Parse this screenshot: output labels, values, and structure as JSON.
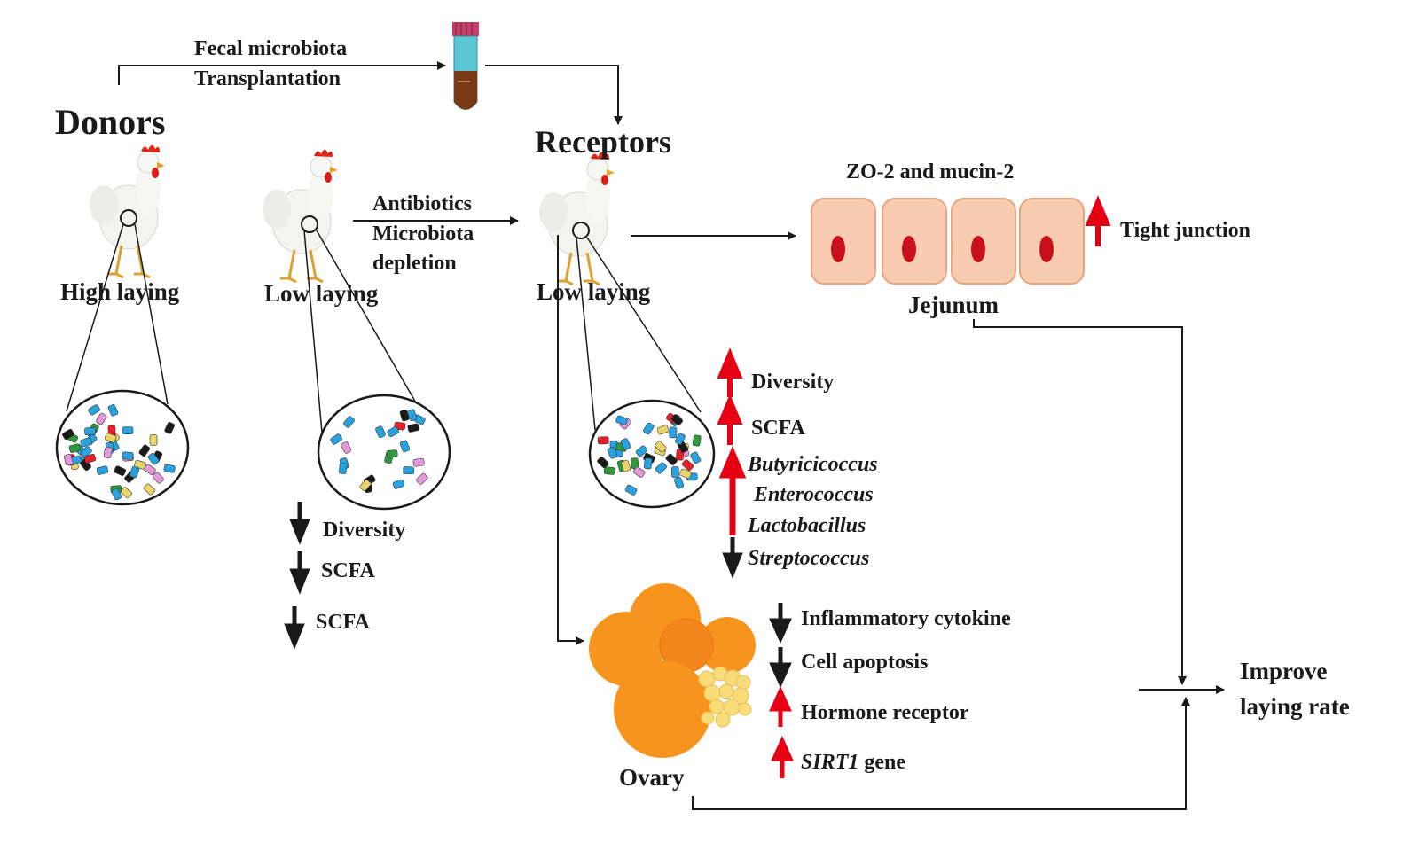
{
  "transfer": {
    "line1": "Fecal microbiota",
    "line2": "Transplantation"
  },
  "donors": {
    "title": "Donors",
    "high_label": "High laying",
    "low_label": "Low laying",
    "low_effects": [
      "Diversity",
      "SCFA",
      "SCFA"
    ]
  },
  "antibiotics": {
    "line1": "Antibiotics",
    "line2": "Microbiota",
    "line3": "depletion"
  },
  "receptors": {
    "title": "Receptors",
    "label": "Low laying",
    "effects": [
      "Diversity",
      "SCFA"
    ],
    "bacteria": [
      "Butyricicoccus",
      "Enterococcus",
      "Lactobacillus",
      "Streptococcus"
    ]
  },
  "jejunum": {
    "proteins": "ZO-2 and mucin-2",
    "tight_junction": "Tight junction",
    "label": "Jejunum"
  },
  "ovary": {
    "label": "Ovary",
    "effects": [
      "Inflammatory cytokine",
      "Cell apoptosis",
      "Hormone receptor"
    ],
    "gene_name": "SIRT1",
    "gene_suffix": " gene"
  },
  "outcome": {
    "line1": "Improve",
    "line2": "laying rate"
  },
  "colors": {
    "up_arrow": "#e60012",
    "down_arrow": "#1a1a1a",
    "ovary": "#f7941d",
    "cell_fill": "#f9cbb0",
    "nucleus": "#c8101a",
    "tube_cap": "#c5406a",
    "tube_liquid": "#5bc8d8",
    "tube_sample": "#7a3b14"
  }
}
